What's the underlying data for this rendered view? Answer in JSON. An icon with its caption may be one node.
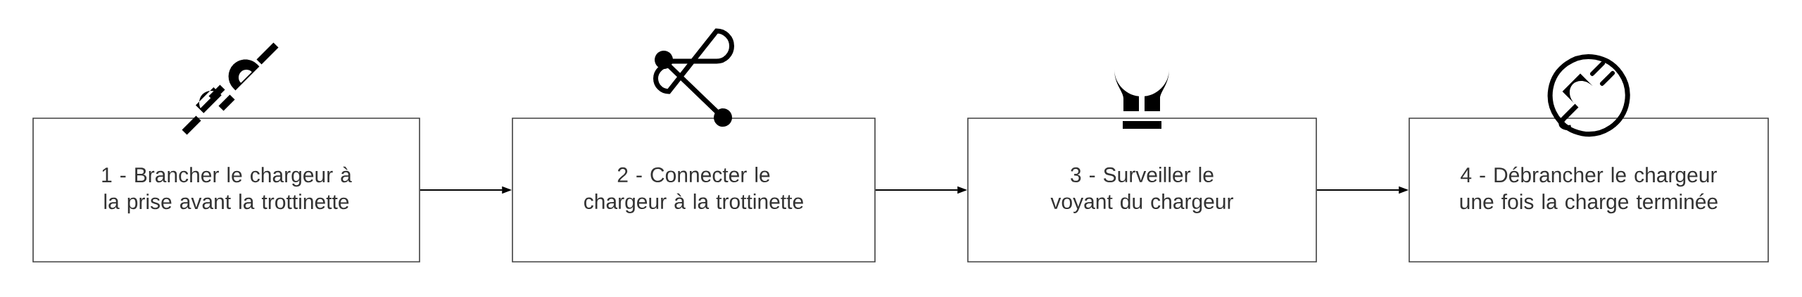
{
  "diagram": {
    "nodes": [
      {
        "text": [
          "1 - Brancher le chargeur à la prise avant la trottinette"
        ]
      },
      {
        "text": [
          "2 - Connecter le chargeur à la trottinette"
        ]
      },
      {
        "text": [
          "3 - Surveiller le voyant du chargeur"
        ]
      },
      {
        "text": [
          "4 - Débrancher le chargeur une fois la charge terminée"
        ]
      }
    ],
    "edges": [
      {
        "from": 0,
        "to": 1,
        "arrow": "to"
      },
      {
        "from": 1,
        "to": 2,
        "arrow": "to"
      },
      {
        "from": 2,
        "to": 3,
        "arrow": "to"
      }
    ]
  }
}
